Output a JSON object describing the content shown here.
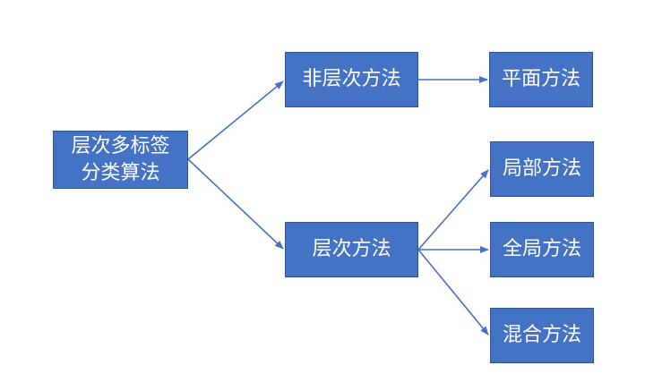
{
  "diagram": {
    "root": {
      "line1": "层次多标签",
      "line2": "分类算法"
    },
    "nodes": {
      "flat": "非层次方法",
      "hierarchical": "层次方法",
      "plane": "平面方法",
      "local": "局部方法",
      "global": "全局方法",
      "mixed": "混合方法"
    },
    "edges": [
      {
        "from": "root",
        "to": "flat"
      },
      {
        "from": "root",
        "to": "hierarchical"
      },
      {
        "from": "flat",
        "to": "plane"
      },
      {
        "from": "hierarchical",
        "to": "local"
      },
      {
        "from": "hierarchical",
        "to": "global"
      },
      {
        "from": "hierarchical",
        "to": "mixed"
      }
    ],
    "colors": {
      "box_fill": "#4472C4",
      "box_border": "#2F5597",
      "arrow": "#4472C4",
      "text": "#FFFFFF"
    }
  }
}
